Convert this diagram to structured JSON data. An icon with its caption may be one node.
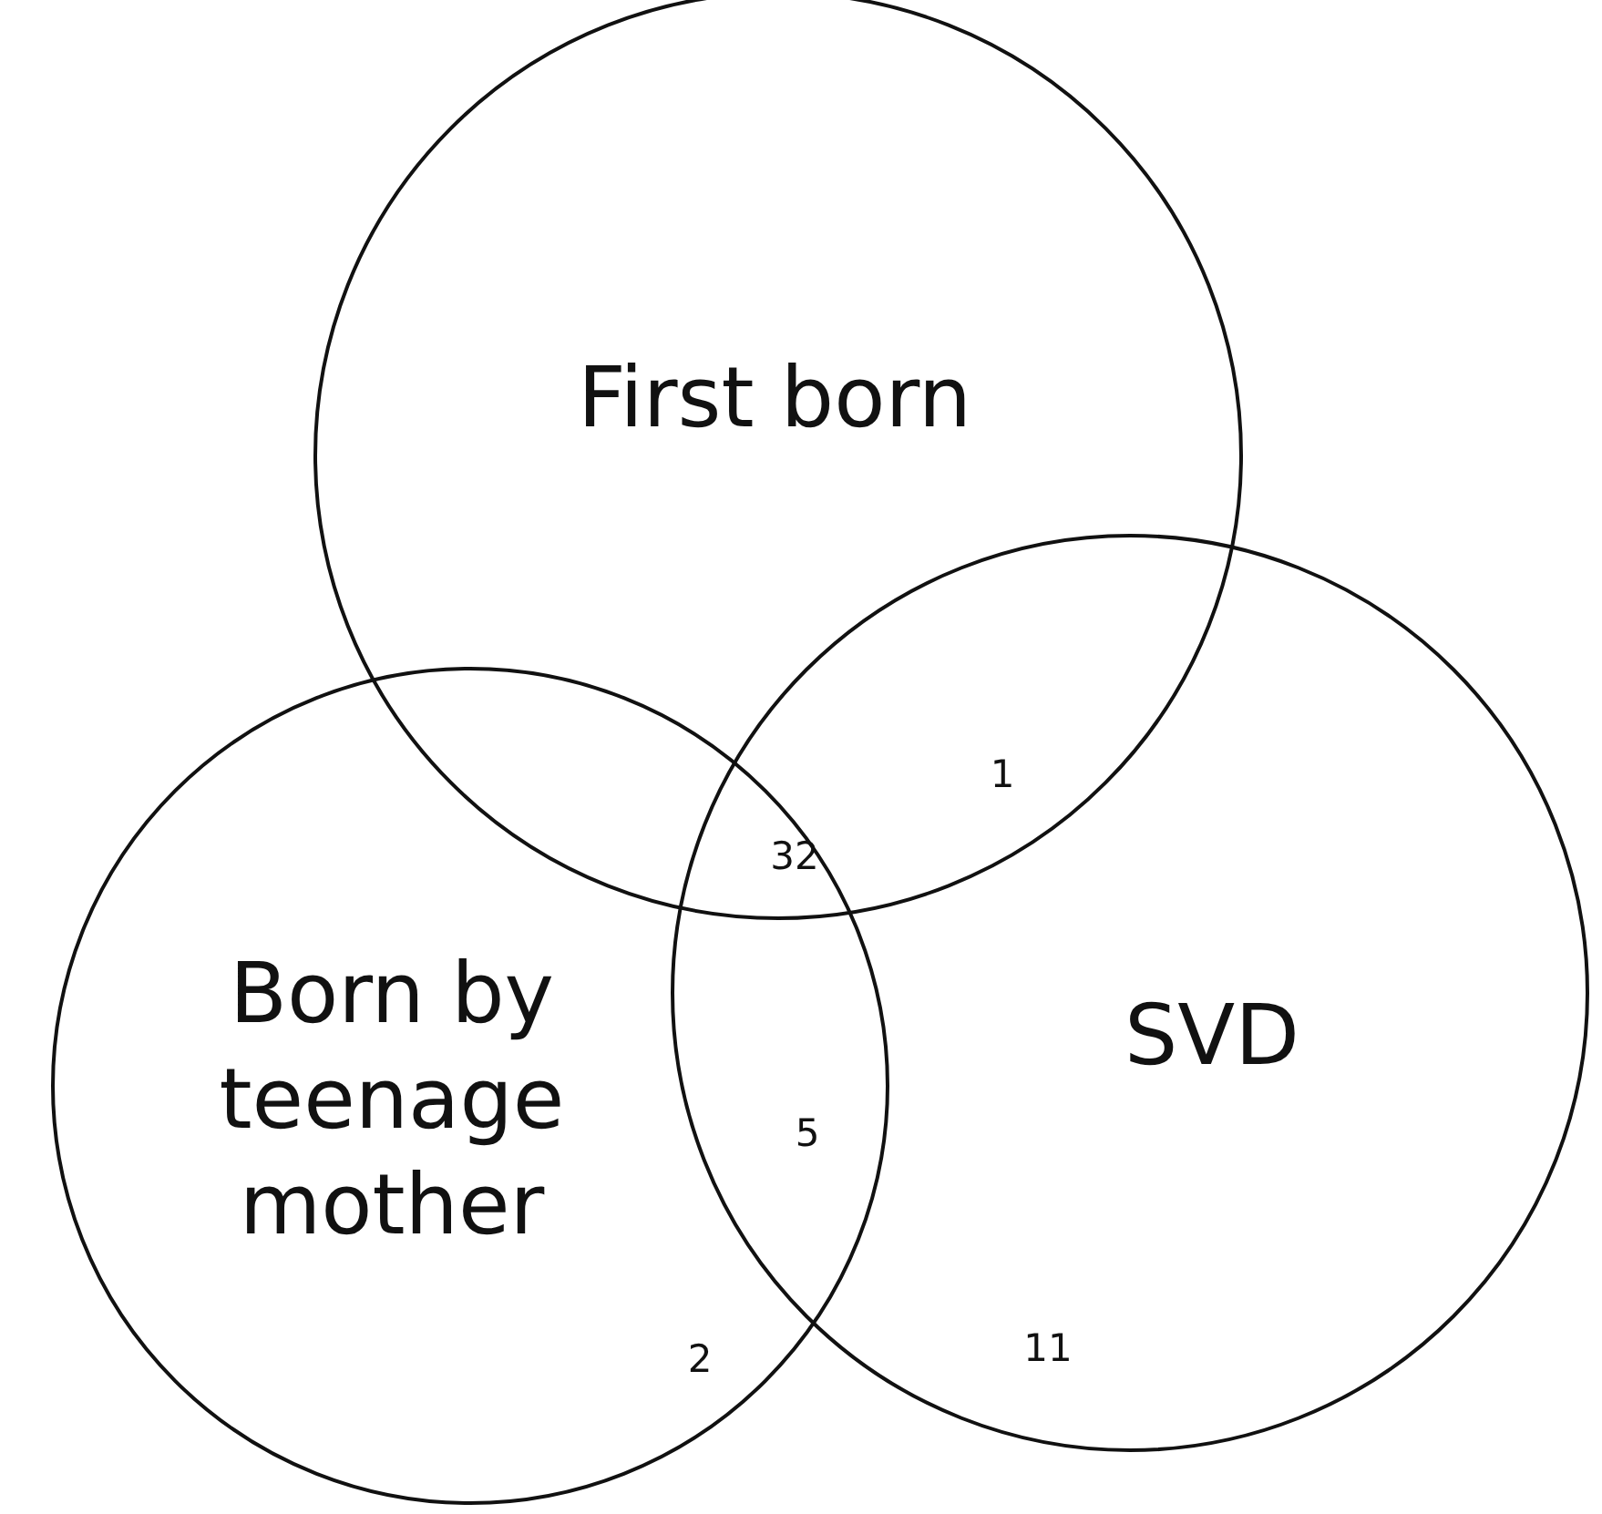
{
  "diagram": {
    "nodes": [
      {
        "text": [
          "First born"
        ]
      },
      {
        "text": [
          "Born by teenage mother"
        ]
      },
      {
        "text": [
          "SVD"
        ]
      }
    ],
    "labels": [
      "1",
      "32",
      "5",
      "2",
      "11"
    ]
  }
}
